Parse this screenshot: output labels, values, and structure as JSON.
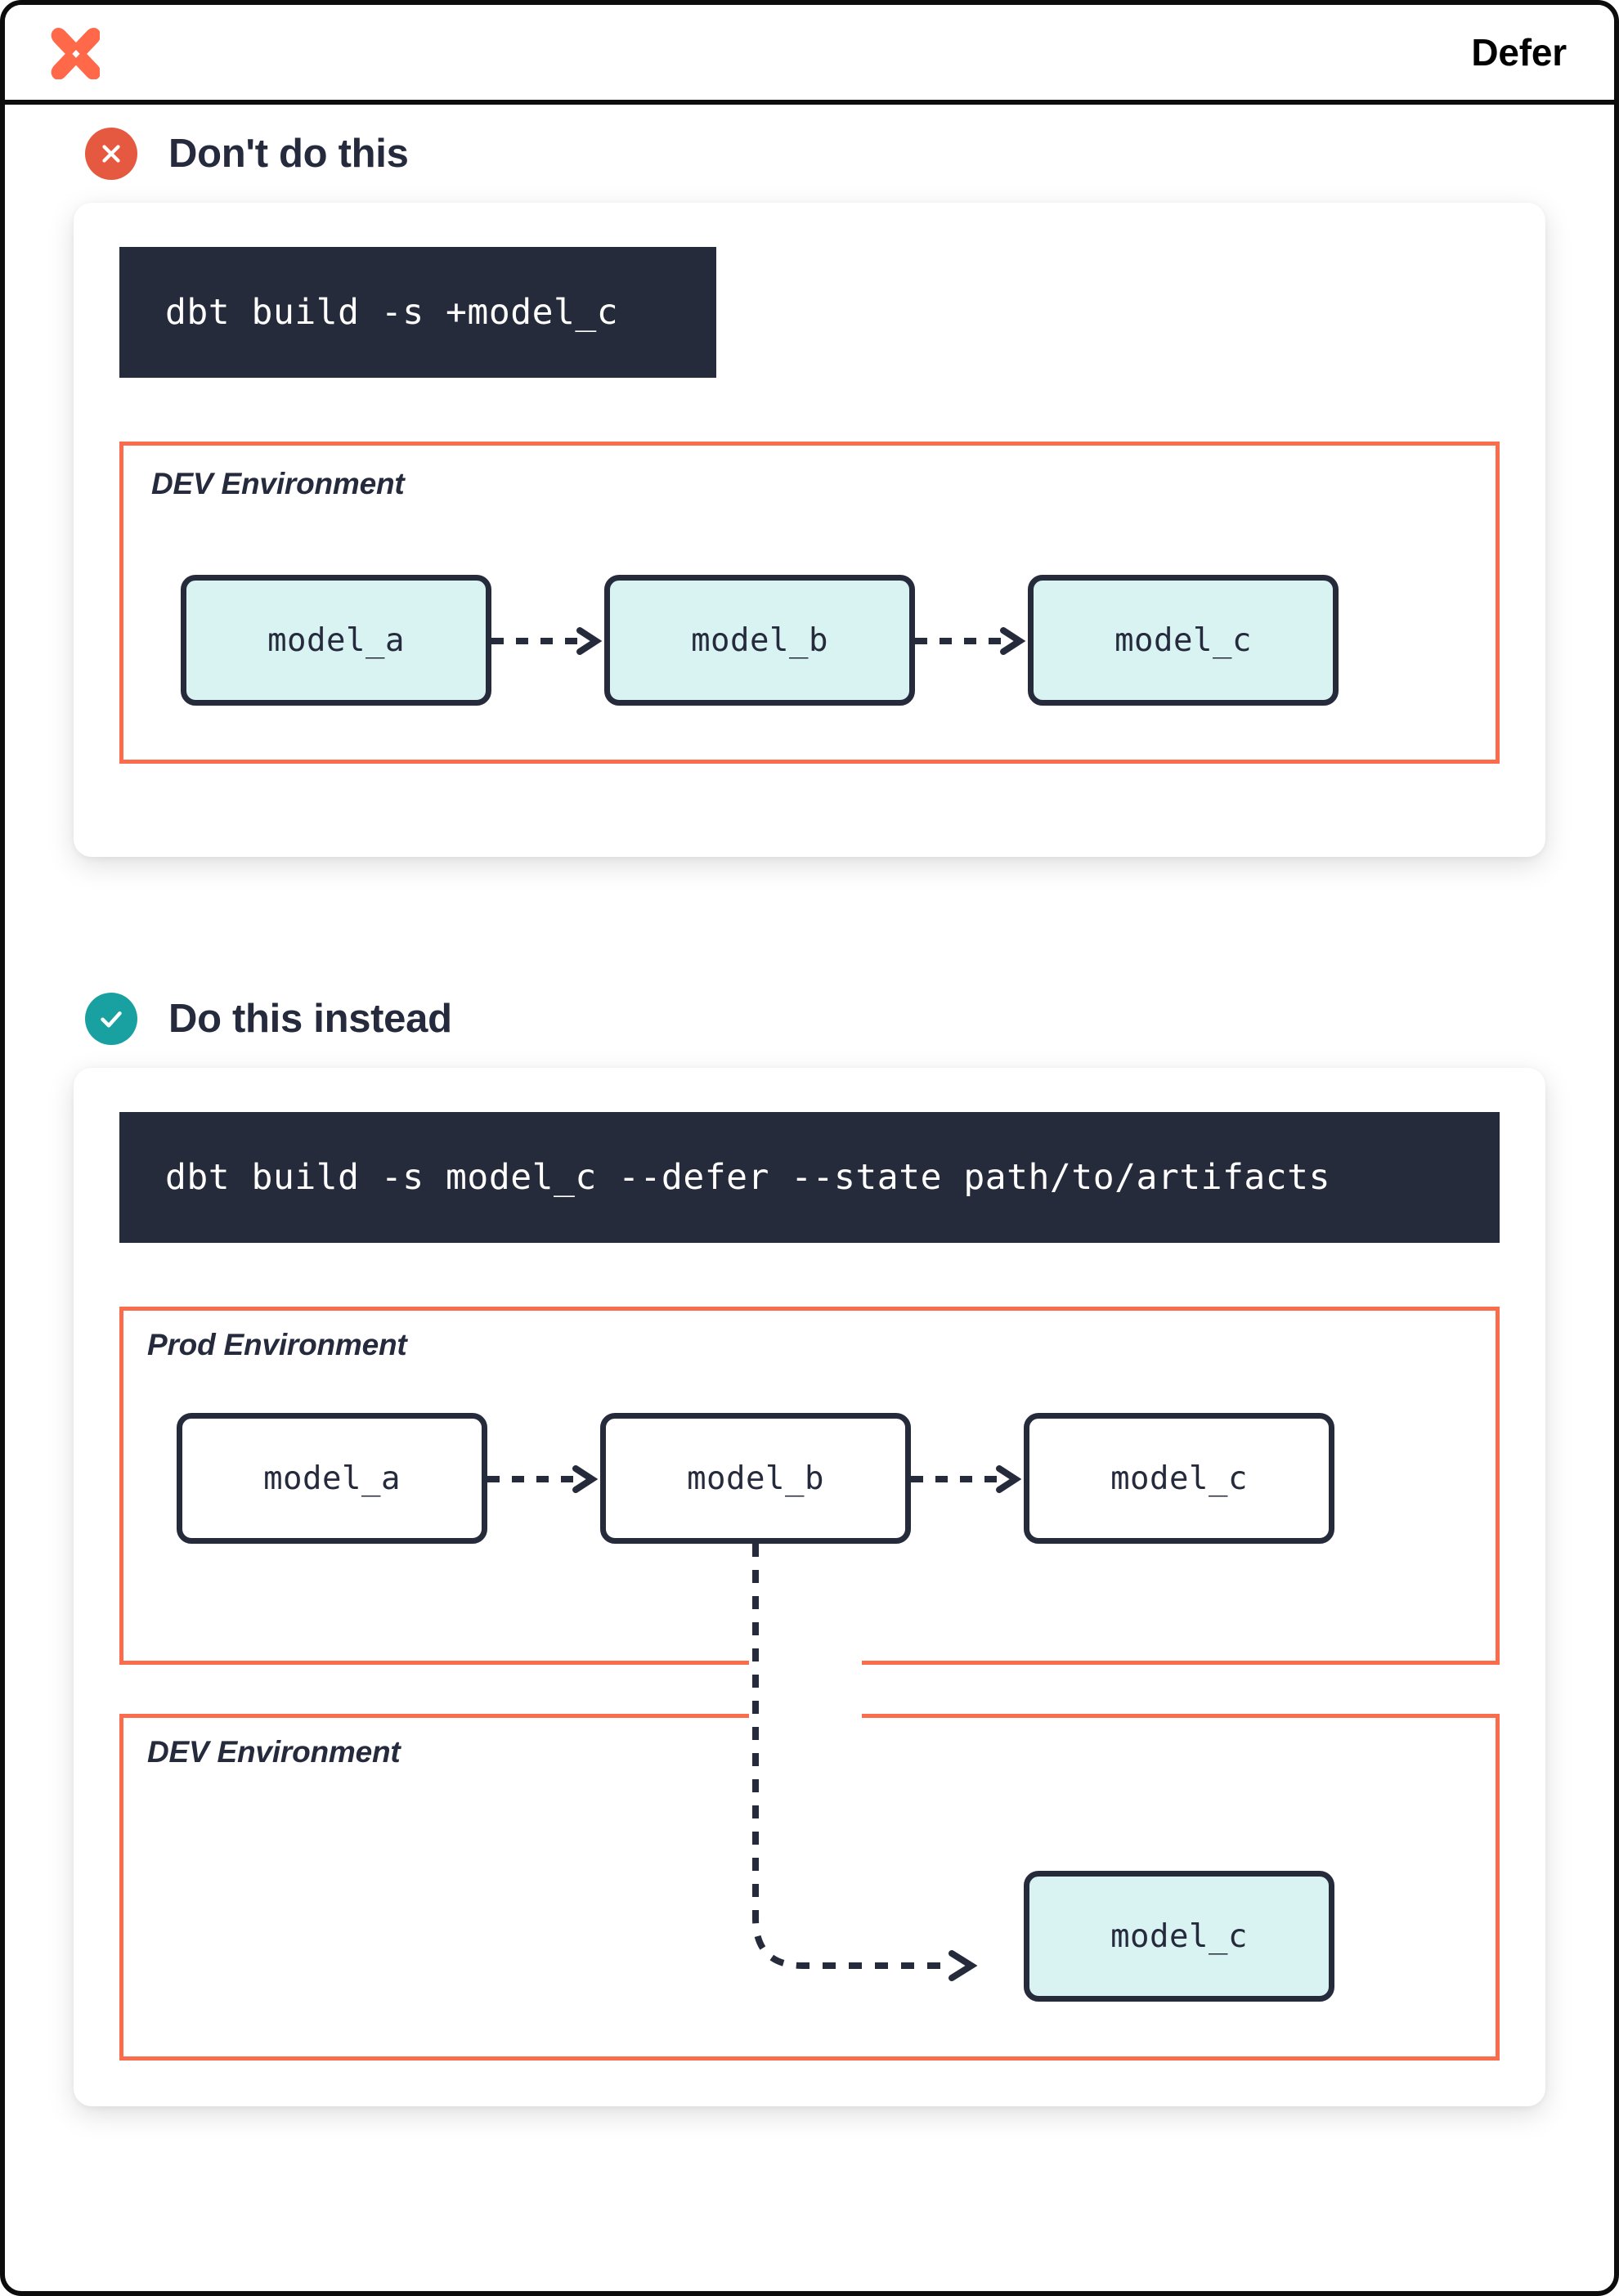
{
  "header": {
    "logo_icon": "dbt-logo-icon",
    "title": "Defer"
  },
  "sections": [
    {
      "id": "dont",
      "badge_icon": "x-circle-icon",
      "badge_color": "#e4593f",
      "title": "Don't do this",
      "command": "dbt build -s +model_c",
      "environments": [
        {
          "label": "DEV Environment",
          "nodes": [
            {
              "label": "model_a",
              "style": "cyan"
            },
            {
              "label": "model_b",
              "style": "cyan"
            },
            {
              "label": "model_c",
              "style": "cyan"
            }
          ],
          "edges": [
            {
              "from": "model_a",
              "to": "model_b",
              "style": "dashed-arrow"
            },
            {
              "from": "model_b",
              "to": "model_c",
              "style": "dashed-arrow"
            }
          ]
        }
      ]
    },
    {
      "id": "do-instead",
      "badge_icon": "check-circle-icon",
      "badge_color": "#19a0a0",
      "title": "Do this instead",
      "command": "dbt build -s model_c --defer --state path/to/artifacts",
      "environments": [
        {
          "label": "Prod Environment",
          "nodes": [
            {
              "label": "model_a",
              "style": "white"
            },
            {
              "label": "model_b",
              "style": "white"
            },
            {
              "label": "model_c",
              "style": "white"
            }
          ],
          "edges": [
            {
              "from": "model_a",
              "to": "model_b",
              "style": "dashed-arrow"
            },
            {
              "from": "model_b",
              "to": "model_c",
              "style": "dashed-arrow"
            }
          ]
        },
        {
          "label": "DEV Environment",
          "nodes": [
            {
              "label": "model_c",
              "style": "cyan"
            }
          ],
          "edges": []
        }
      ],
      "cross_environment_edge": {
        "from": "Prod.model_b",
        "to": "DEV.model_c",
        "style": "dashed-curved-arrow"
      }
    }
  ],
  "colors": {
    "accent_orange": "#fb6c4d",
    "logo_orange": "#ff694a",
    "node_fill_cyan": "#d9f2f2",
    "node_border": "#262b3c",
    "code_bg": "#262b3c",
    "code_text": "#ffffff",
    "text_dark": "#252a3d",
    "badge_bad": "#e4593f",
    "badge_good": "#19a0a0",
    "page_border": "#0d0d0d"
  }
}
